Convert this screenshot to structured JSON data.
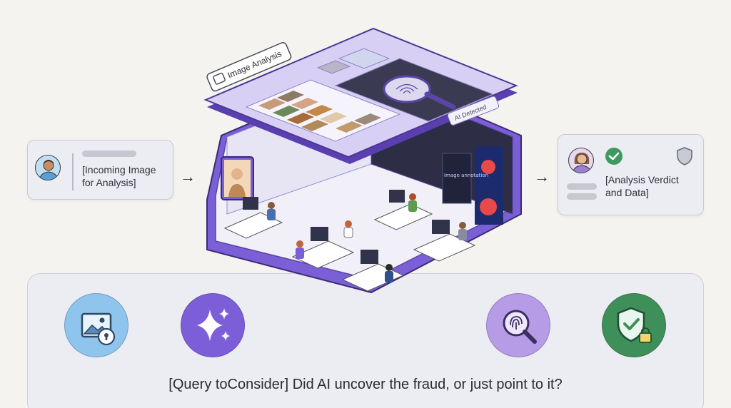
{
  "incoming_card": {
    "text": "[Incoming Image\nfor Analysis]"
  },
  "verdict_card": {
    "text": "[Analysis Verdict\nand Data]"
  },
  "roof": {
    "title": "Image Analysis",
    "badge": "AI Detected",
    "screen_label": "Image annotation"
  },
  "bottom": {
    "icons": [
      "image-lock-icon",
      "sparkles-icon",
      "fingerprint-search-icon",
      "shield-check-lock-icon"
    ],
    "query": "[Query toConsider] Did AI uncover the fraud, or just point to it?"
  },
  "colors": {
    "accent_purple": "#7b5fd6",
    "light_purple": "#d9d2f3",
    "blue": "#7fb7e6",
    "green": "#3f8f5a",
    "lavender_circle": "#b49ae6"
  }
}
